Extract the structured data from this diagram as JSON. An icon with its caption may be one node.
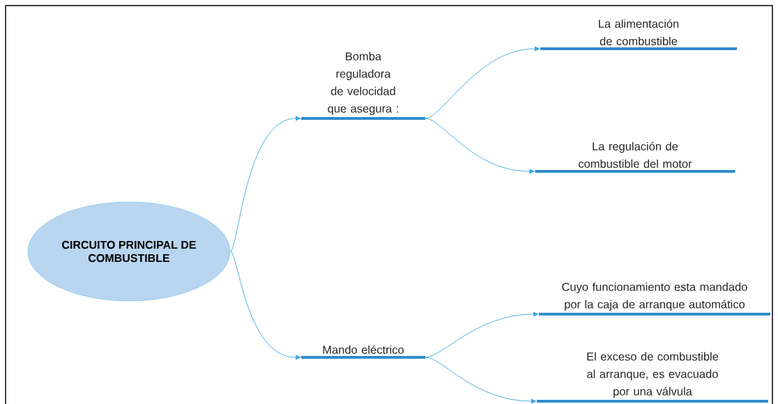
{
  "diagram": {
    "nodes": [
      {
        "text": [
          "CIRCUITO PRINCIPAL DE COMBUSTIBLE"
        ]
      },
      {
        "text": [
          "Bomba reguladora de velocidad que asegura :"
        ]
      },
      {
        "text": [
          "Mando eléctrico"
        ]
      },
      {
        "text": [
          "La alimentación de combustible"
        ]
      },
      {
        "text": [
          "La regulación de combustible del motor"
        ]
      },
      {
        "text": [
          "Cuyo funcionamiento esta mandado por la caja de arranque automático"
        ]
      },
      {
        "text": [
          "El exceso de combustible al arranque, es evacuado por una válvula"
        ]
      }
    ],
    "edges": [
      {
        "from": 0,
        "to": 1,
        "arrow": "to"
      },
      {
        "from": 0,
        "to": 2,
        "arrow": "to"
      },
      {
        "from": 1,
        "to": 3,
        "arrow": "to"
      },
      {
        "from": 1,
        "to": 4,
        "arrow": "to"
      },
      {
        "from": 2,
        "to": 5,
        "arrow": "to"
      },
      {
        "from": 2,
        "to": 6,
        "arrow": "to"
      }
    ]
  }
}
